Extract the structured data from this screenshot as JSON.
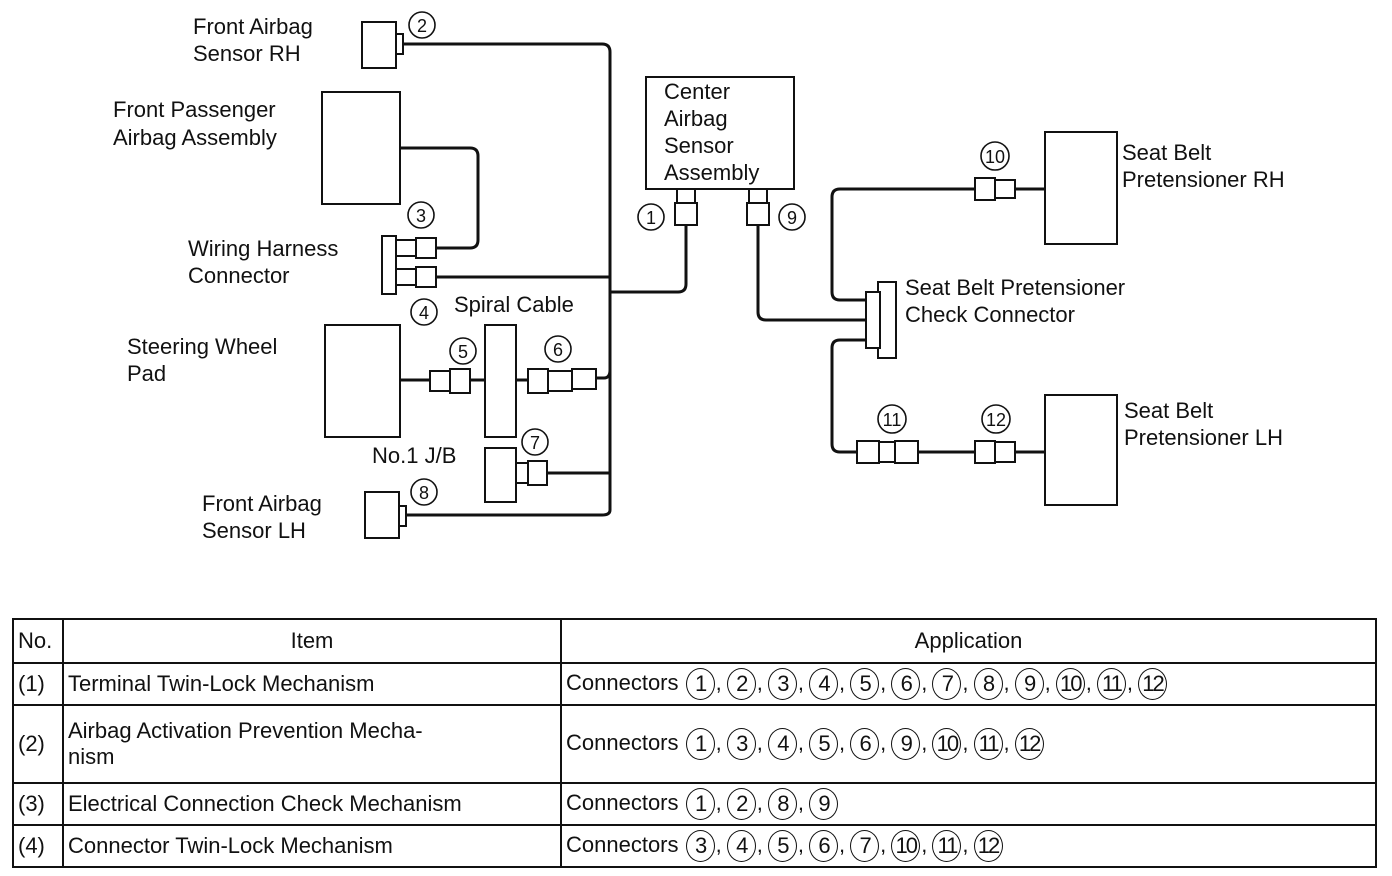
{
  "diagram": {
    "components": {
      "front_airbag_sensor_rh": [
        "Front Airbag",
        "Sensor RH"
      ],
      "front_passenger_airbag": [
        "Front Passenger",
        "Airbag Assembly"
      ],
      "wiring_harness_connector": [
        "Wiring Harness",
        "Connector"
      ],
      "spiral_cable": "Spiral Cable",
      "steering_wheel_pad": [
        "Steering Wheel",
        "Pad"
      ],
      "junction_block": "No.1 J/B",
      "front_airbag_sensor_lh": [
        "Front Airbag",
        "Sensor LH"
      ],
      "center_airbag_sensor": [
        "Center",
        "Airbag",
        "Sensor",
        "Assembly"
      ],
      "seat_belt_pretensioner_rh": [
        "Seat Belt",
        "Pretensioner RH"
      ],
      "check_connector": [
        "Seat Belt Pretensioner",
        "Check Connector"
      ],
      "seat_belt_pretensioner_lh": [
        "Seat Belt",
        "Pretensioner LH"
      ]
    },
    "connector_numbers": [
      "1",
      "2",
      "3",
      "4",
      "5",
      "6",
      "7",
      "8",
      "9",
      "10",
      "11",
      "12"
    ]
  },
  "table": {
    "headers": {
      "no": "No.",
      "item": "Item",
      "application": "Application"
    },
    "connectors_label": "Connectors",
    "rows": [
      {
        "no": "(1)",
        "item": "Terminal Twin-Lock Mechanism",
        "item2": "",
        "connectors": [
          "1",
          "2",
          "3",
          "4",
          "5",
          "6",
          "7",
          "8",
          "9",
          "10",
          "11",
          "12"
        ]
      },
      {
        "no": "(2)",
        "item": "Airbag Activation Prevention Mecha-",
        "item2": "nism",
        "connectors": [
          "1",
          "3",
          "4",
          "5",
          "6",
          "9",
          "10",
          "11",
          "12"
        ]
      },
      {
        "no": "(3)",
        "item": "Electrical Connection Check Mechanism",
        "item2": "",
        "connectors": [
          "1",
          "2",
          "8",
          "9"
        ]
      },
      {
        "no": "(4)",
        "item": "Connector Twin-Lock Mechanism",
        "item2": "",
        "connectors": [
          "3",
          "4",
          "5",
          "6",
          "7",
          "10",
          "11",
          "12"
        ]
      }
    ]
  }
}
